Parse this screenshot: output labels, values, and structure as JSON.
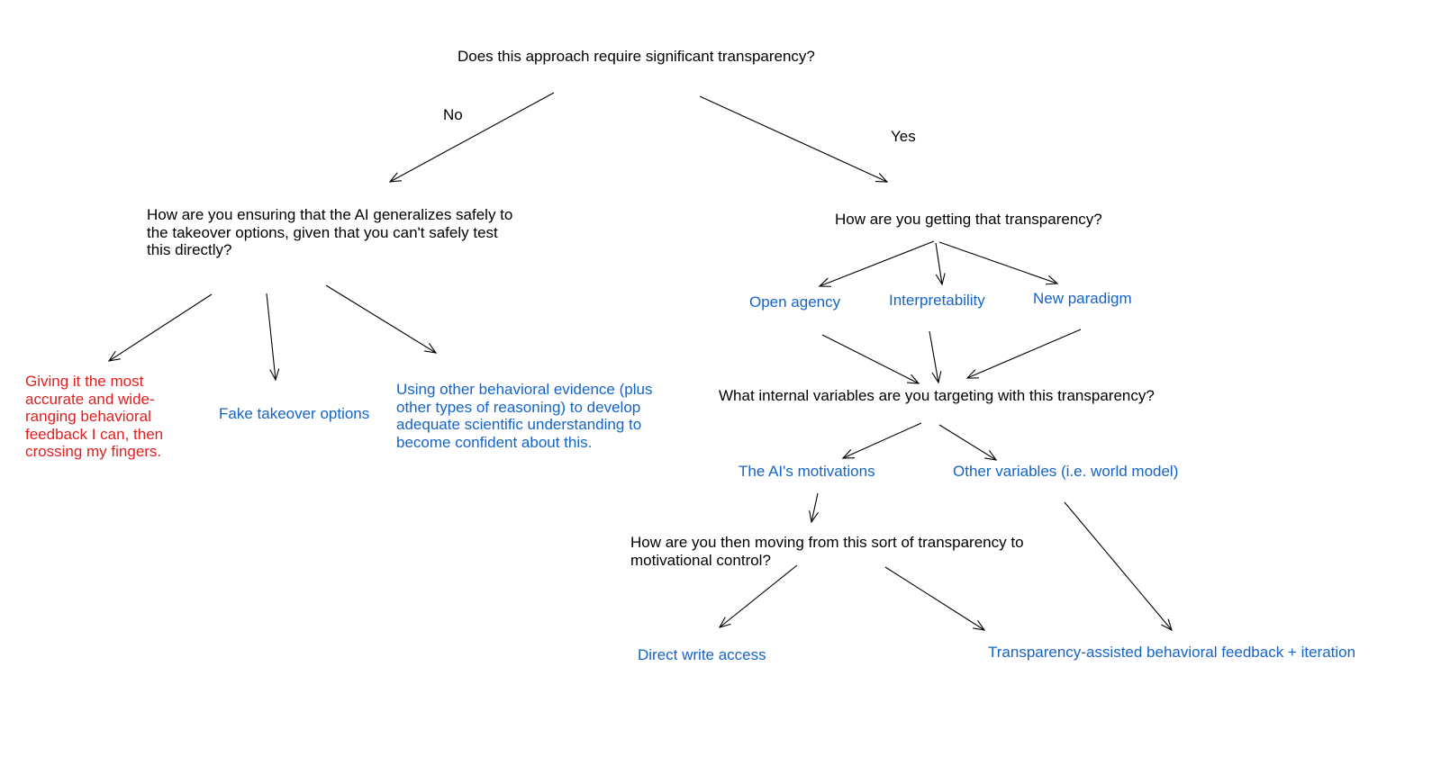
{
  "colors": {
    "question_text": "#000000",
    "option_text": "#1464c8",
    "warning_text": "#e02020",
    "arrow": "#000000",
    "background": "#ffffff"
  },
  "nodes": {
    "root_question": {
      "text": "Does this approach require significant transparency?"
    },
    "no_label": {
      "text": "No"
    },
    "yes_label": {
      "text": "Yes"
    },
    "left_question": {
      "lines": [
        "How are you ensuring that the AI generalizes safely to",
        "the takeover options, given that you can't safely test",
        "this directly?"
      ]
    },
    "behavioral_feedback_leaf": {
      "lines": [
        "Giving it the most",
        "accurate and wide-",
        "ranging behavioral",
        "feedback I can, then",
        "crossing my fingers."
      ]
    },
    "fake_takeover_leaf": {
      "text": "Fake takeover options"
    },
    "behavioral_evidence_leaf": {
      "lines": [
        "Using other behavioral evidence (plus",
        "other types of reasoning) to develop",
        "adequate scientific understanding to",
        "become confident about this."
      ]
    },
    "right_question": {
      "text": "How are you getting that transparency?"
    },
    "open_agency": {
      "text": "Open agency"
    },
    "interpretability": {
      "text": "Interpretability"
    },
    "new_paradigm": {
      "text": "New paradigm"
    },
    "internal_variables_question": {
      "text": "What internal variables are you targeting with this transparency?"
    },
    "ai_motivations": {
      "text": "The AI's motivations"
    },
    "other_variables": {
      "text": "Other variables (i.e. world model)"
    },
    "moving_question": {
      "lines": [
        "How are you then moving from this sort of transparency to",
        "motivational control?"
      ]
    },
    "direct_write_access": {
      "text": "Direct write access"
    },
    "transparency_assisted": {
      "text": "Transparency-assisted behavioral feedback + iteration"
    }
  },
  "edges": [
    {
      "from": "root_question",
      "to": "left_question",
      "label": "No"
    },
    {
      "from": "root_question",
      "to": "right_question",
      "label": "Yes"
    },
    {
      "from": "left_question",
      "to": "behavioral_feedback_leaf",
      "label": ""
    },
    {
      "from": "left_question",
      "to": "fake_takeover_leaf",
      "label": ""
    },
    {
      "from": "left_question",
      "to": "behavioral_evidence_leaf",
      "label": ""
    },
    {
      "from": "right_question",
      "to": "open_agency",
      "label": ""
    },
    {
      "from": "right_question",
      "to": "interpretability",
      "label": ""
    },
    {
      "from": "right_question",
      "to": "new_paradigm",
      "label": ""
    },
    {
      "from": "open_agency",
      "to": "internal_variables_question",
      "label": ""
    },
    {
      "from": "interpretability",
      "to": "internal_variables_question",
      "label": ""
    },
    {
      "from": "new_paradigm",
      "to": "internal_variables_question",
      "label": ""
    },
    {
      "from": "internal_variables_question",
      "to": "ai_motivations",
      "label": ""
    },
    {
      "from": "internal_variables_question",
      "to": "other_variables",
      "label": ""
    },
    {
      "from": "ai_motivations",
      "to": "moving_question",
      "label": ""
    },
    {
      "from": "moving_question",
      "to": "direct_write_access",
      "label": ""
    },
    {
      "from": "moving_question",
      "to": "transparency_assisted",
      "label": ""
    },
    {
      "from": "other_variables",
      "to": "transparency_assisted",
      "label": ""
    }
  ]
}
